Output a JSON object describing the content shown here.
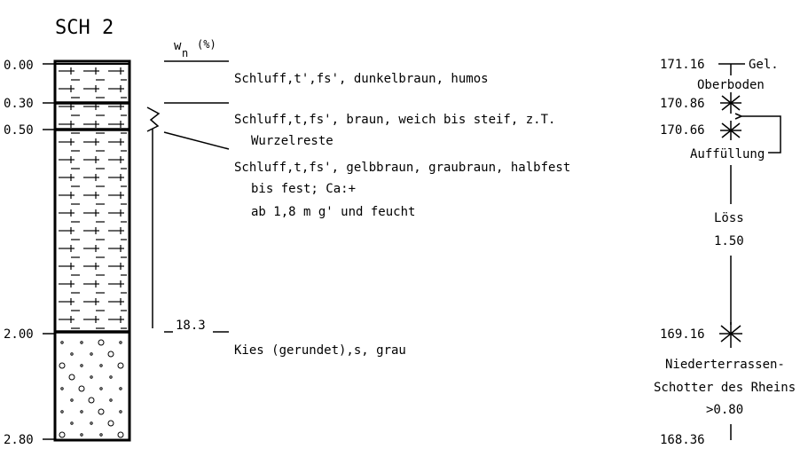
{
  "profile": {
    "title": "SCH 2",
    "moisture_header": "w",
    "moisture_header_sub": "n",
    "moisture_header_unit": "(%)",
    "depth_labels": [
      "0.00",
      "0.30",
      "0.50",
      "2.00",
      "2.80"
    ],
    "moisture_value": "18.3",
    "layers": [
      {
        "lines": [
          "Schluff,t',fs', dunkelbraun, humos"
        ]
      },
      {
        "lines": [
          "Schluff,t,fs', braun, weich bis steif, z.T.",
          "Wurzelreste"
        ]
      },
      {
        "lines": [
          "Schluff,t,fs', gelbbraun, graubraun, halbfest",
          "bis fest; Ca:+",
          "ab 1,8 m g' und feucht"
        ]
      },
      {
        "lines": [
          "Kies (gerundet),s, grau"
        ]
      }
    ]
  },
  "stratigraphy": {
    "elevations": [
      "171.16",
      "170.86",
      "170.66",
      "169.16",
      "168.36"
    ],
    "unit_oberboden": [
      "Gel.",
      "Oberboden"
    ],
    "unit_auffuellung": "Auffüllung",
    "unit_loess": [
      "Löss",
      "1.50"
    ],
    "unit_schotter": [
      "Niederterrassen-",
      "Schotter des Rheins",
      ">0.80"
    ]
  },
  "colors": {
    "ink": "#000000",
    "paper": "#ffffff"
  }
}
